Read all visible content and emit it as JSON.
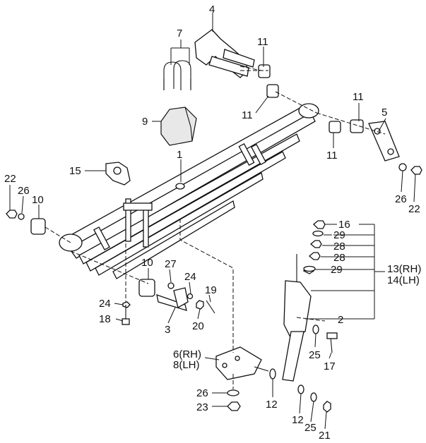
{
  "labels": {
    "p1": "1",
    "p2": "2",
    "p3": "3",
    "p4": "4",
    "p5": "5",
    "p7": "7",
    "p9": "9",
    "p10a": "10",
    "p10b": "10",
    "p11a": "11",
    "p11b": "11",
    "p11c": "11",
    "p11d": "11",
    "p12a": "12",
    "p12b": "12",
    "p13": "13(RH)",
    "p14": "14(LH)",
    "p15": "15",
    "p16": "16",
    "p17": "17",
    "p18": "18",
    "p19": "19",
    "p20": "20",
    "p21": "21",
    "p22a": "22",
    "p22b": "22",
    "p23": "23",
    "p24a": "24",
    "p24b": "24",
    "p25a": "25",
    "p25b": "25",
    "p26a": "26",
    "p26b": "26",
    "p26c": "26",
    "p27": "27",
    "p28a": "28",
    "p28b": "28",
    "p29a": "29",
    "p29b": "29",
    "p6": "6(RH)",
    "p8": "8(LH)"
  }
}
